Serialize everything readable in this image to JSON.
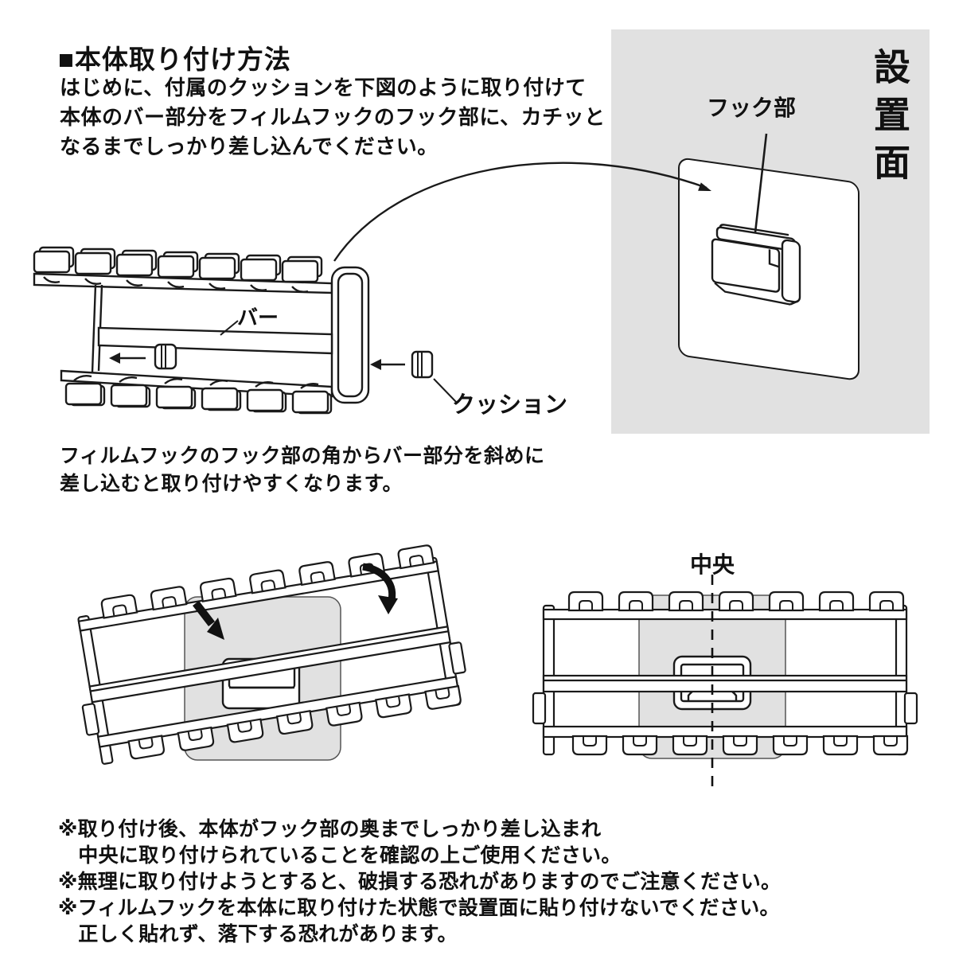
{
  "colors": {
    "background": "#ffffff",
    "panel_gray": "#e1e1e1",
    "line": "#1a1a1a"
  },
  "header": {
    "title": "■本体取り付け方法",
    "intro": "はじめに、付属のクッションを下図のように取り付けて\n本体のバー部分をフィルムフックのフック部に、カチッと\nなるまでしっかり差し込んでください。"
  },
  "install_panel": {
    "surface_label": "設置面",
    "hook_label": "フック部"
  },
  "product": {
    "bar_label": "バー",
    "cushion_label": "クッション"
  },
  "tip": "フィルムフックのフック部の角からバー部分を斜めに\n差し込むと取り付けやすくなります。",
  "centered": {
    "center_label": "中央"
  },
  "notes": [
    "※取り付け後、本体がフック部の奥までしっかり差し込まれ",
    "　中央に取り付けられていることを確認の上ご使用ください。",
    "※無理に取り付けようとすると、破損する恐れがありますのでご注意ください。",
    "※フィルムフックを本体に取り付けた状態で設置面に貼り付けないでください。",
    "　正しく貼れず、落下する恐れがあります。"
  ]
}
